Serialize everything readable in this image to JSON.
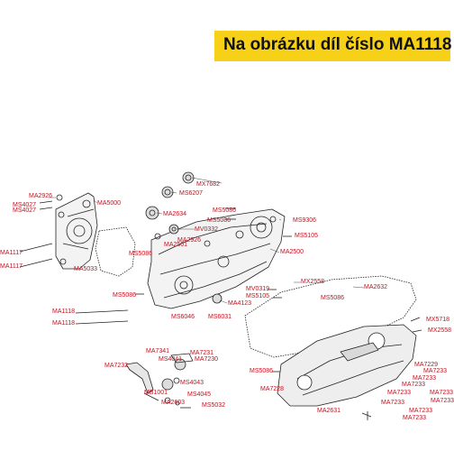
{
  "banner": {
    "text": "Na obrázku díl číslo MA1118"
  },
  "colors": {
    "banner_bg": "#f7d117",
    "label": "#c1121f",
    "line": "#222222"
  },
  "labels": {
    "MX7682": "MX7682",
    "MS6207": "MS6207",
    "MA2926_a": "MA2926",
    "MS4027_a": "MS4027",
    "MS4027_b": "MS4027",
    "MA5000": "MA5000",
    "MA2634": "MA2634",
    "MS5086_a": "MS5086",
    "MS5086_b": "MS5086",
    "MS9306": "MS9306",
    "MV0332": "MV0332",
    "MS5105_a": "MS5105",
    "MA2926_b": "MA2926",
    "MA2501": "MA2501",
    "MA1117_a": "MA1117",
    "MA1117_b": "MA1117",
    "MS5086_c": "MS5086",
    "MA2500": "MA2500",
    "MA5033": "MA5033",
    "MX2558_a": "MX2558",
    "MA2632": "MA2632",
    "MV0319": "MV0319",
    "MS5105_b": "MS5105",
    "MS5086_d": "MS5086",
    "MS5086_e": "MS5086",
    "MA4123": "MA4123",
    "MA1118_a": "MA1118",
    "MS6046": "MS6046",
    "MS6031": "MS6031",
    "MA1118_b": "MA1118",
    "MX5718": "MX5718",
    "MX2558_b": "MX2558",
    "MA7341": "MA7341",
    "MA7231": "MA7231",
    "MS4041": "MS4041",
    "MA7230": "MA7230",
    "MA7232": "MA7232",
    "MA7229": "MA7229",
    "MA7233_a": "MA7233",
    "MS5086_f": "MS5086",
    "MA7233_b": "MA7233",
    "MA7233_c": "MA7233",
    "MS4043": "MS4043",
    "MA7228": "MA7228",
    "MB1001": "MB1001",
    "MS4045": "MS4045",
    "MA7233_d": "MA7233",
    "MA7233_e": "MA7233",
    "MA2603": "MA2603",
    "MS5032": "MS5032",
    "MA7233_f": "MA7233",
    "MA7233_g": "MA7233",
    "MA2631": "MA2631",
    "MA7233_h": "MA7233",
    "MA7233_i": "MA7233"
  }
}
